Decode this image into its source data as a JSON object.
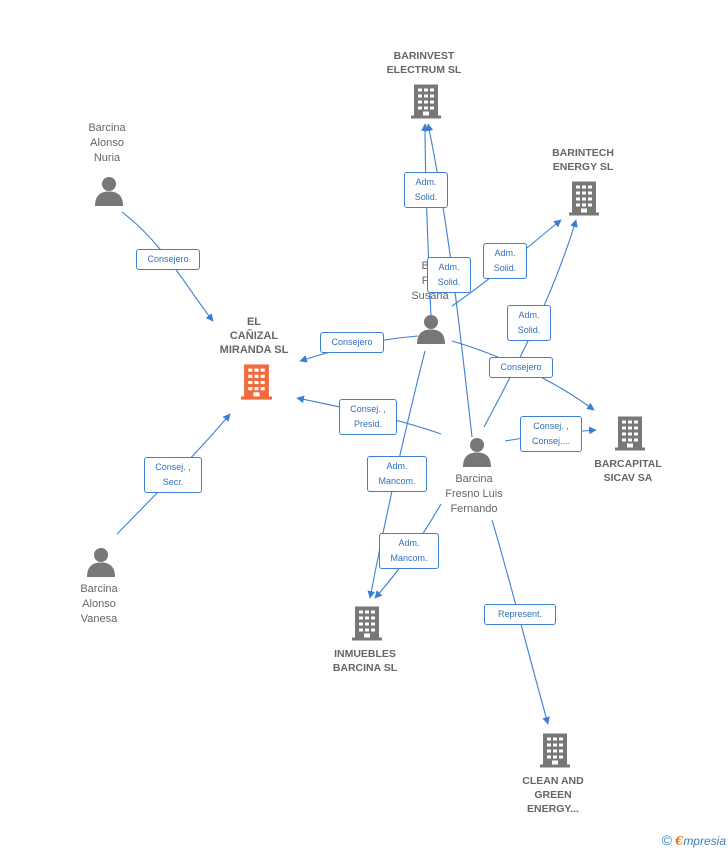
{
  "nodes": {
    "barinvest": {
      "lines": [
        "BARINVEST",
        "ELECTRUM  SL"
      ],
      "type": "company"
    },
    "barintech": {
      "lines": [
        "BARINTECH",
        "ENERGY SL"
      ],
      "type": "company"
    },
    "elcanizal": {
      "lines": [
        "EL",
        "CAÑIZAL",
        "MIRANDA  SL"
      ],
      "type": "company-main"
    },
    "barcapital": {
      "lines": [
        "BARCAPITAL",
        "SICAV SA"
      ],
      "type": "company"
    },
    "inmuebles": {
      "lines": [
        "INMUEBLES",
        "BARCINA  SL"
      ],
      "type": "company"
    },
    "clean": {
      "lines": [
        "CLEAN AND",
        "GREEN",
        "ENERGY..."
      ],
      "type": "company"
    },
    "nuria": {
      "lines": [
        "Barcina",
        "Alonso",
        "Nuria"
      ],
      "type": "person"
    },
    "vanesa": {
      "lines": [
        "Barcina",
        "Alonso",
        "Vanesa"
      ],
      "type": "person"
    },
    "susana": {
      "lines": [
        "Bar",
        "Fre",
        "Susana"
      ],
      "type": "person"
    },
    "luis": {
      "lines": [
        "Barcina",
        "Fresno Luis",
        "Fernando"
      ],
      "type": "person"
    }
  },
  "edges": [
    {
      "id": "nuria-consejero",
      "lines": [
        "Consejero"
      ]
    },
    {
      "id": "vanesa-consej",
      "lines": [
        "Consej. ,",
        "Secr."
      ]
    },
    {
      "id": "susana-consejero-elc",
      "lines": [
        "Consejero"
      ]
    },
    {
      "id": "susana-adm-barinvest",
      "lines": [
        "Adm.",
        "Solid."
      ]
    },
    {
      "id": "luis-adm-barinvest",
      "lines": [
        "Adm.",
        "Solid."
      ]
    },
    {
      "id": "susana-adm-barintech",
      "lines": [
        "Adm.",
        "Solid."
      ]
    },
    {
      "id": "luis-adm-barintech",
      "lines": [
        "Adm.",
        "Solid."
      ]
    },
    {
      "id": "susana-consejero-barcap",
      "lines": [
        "Consejero"
      ]
    },
    {
      "id": "luis-consej-elc",
      "lines": [
        "Consej. ,",
        "Presid."
      ]
    },
    {
      "id": "luis-consej-barcap",
      "lines": [
        "Consej. ,",
        "Consej...."
      ]
    },
    {
      "id": "susana-adm-inmuebles",
      "lines": [
        "Adm.",
        "Mancom."
      ]
    },
    {
      "id": "luis-adm-inmuebles",
      "lines": [
        "Adm.",
        "Mancom."
      ]
    },
    {
      "id": "luis-represent",
      "lines": [
        "Represent."
      ]
    }
  ],
  "colors": {
    "edge": "#3b7fd4",
    "node_gray": "#777777",
    "node_main": "#f26a3d",
    "label_gray": "#666666"
  },
  "icons": {
    "company": "building-icon",
    "person": "person-icon"
  },
  "watermark": {
    "copyright": "©",
    "brand_e": "€",
    "brand_rest": "mpresia"
  }
}
